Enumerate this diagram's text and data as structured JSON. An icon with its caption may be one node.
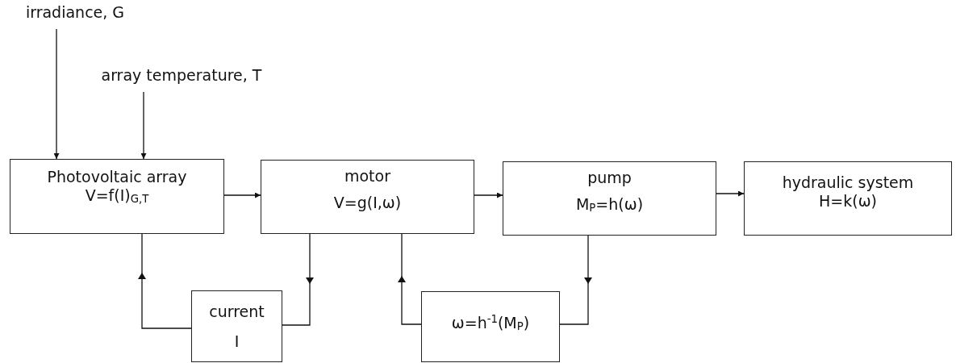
{
  "diagram": {
    "nodes": [
      {
        "text": [
          "irradiance, G"
        ]
      },
      {
        "text": [
          "array temperature, T"
        ]
      },
      {
        "text": [
          "Photovoltaic array",
          "V=f(I)$_{G,T}$"
        ]
      },
      {
        "text": [
          "motor",
          "V=g(I,ω)"
        ]
      },
      {
        "text": [
          "pump",
          "M$_{P}$=h(ω)"
        ]
      },
      {
        "text": [
          "hydraulic system",
          "H=k(ω)"
        ]
      },
      {
        "text": [
          "current",
          "I"
        ]
      },
      {
        "text": [
          "ω=h$^{-1}$(M$_{P}$)"
        ]
      }
    ],
    "edges": [
      {
        "from": 0,
        "to": 2,
        "arrow": "to"
      },
      {
        "from": 1,
        "to": 2,
        "arrow": "to"
      },
      {
        "from": 2,
        "to": 3,
        "arrow": "to"
      },
      {
        "from": 3,
        "to": 4,
        "arrow": "to"
      },
      {
        "from": 4,
        "to": 5,
        "arrow": "to"
      },
      {
        "from": 3,
        "to": 6,
        "arrow": "to"
      },
      {
        "from": 6,
        "to": 2,
        "arrow": "to"
      },
      {
        "from": 4,
        "to": 7,
        "arrow": "to"
      },
      {
        "from": 7,
        "to": 3,
        "arrow": "to"
      }
    ]
  }
}
